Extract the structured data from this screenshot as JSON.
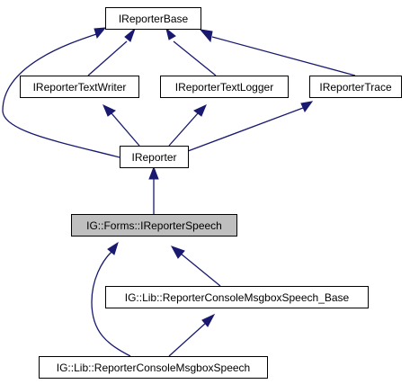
{
  "diagram": {
    "nodes": [
      {
        "id": "ireporter_base",
        "label": "IReporterBase"
      },
      {
        "id": "ireporter_text_writer",
        "label": "IReporterTextWriter"
      },
      {
        "id": "ireporter_text_logger",
        "label": "IReporterTextLogger"
      },
      {
        "id": "ireporter_trace",
        "label": "IReporterTrace"
      },
      {
        "id": "ireporter",
        "label": "IReporter"
      },
      {
        "id": "ireporter_speech",
        "label": "IG::Forms::IReporterSpeech",
        "highlighted": true
      },
      {
        "id": "console_msgbox_speech_base",
        "label": "IG::Lib::ReporterConsoleMsgboxSpeech_Base"
      },
      {
        "id": "console_msgbox_speech",
        "label": "IG::Lib::ReporterConsoleMsgboxSpeech"
      }
    ],
    "edges": [
      {
        "from": "ireporter_text_writer",
        "to": "ireporter_base"
      },
      {
        "from": "ireporter_text_logger",
        "to": "ireporter_base"
      },
      {
        "from": "ireporter_trace",
        "to": "ireporter_base"
      },
      {
        "from": "ireporter",
        "to": "ireporter_base"
      },
      {
        "from": "ireporter",
        "to": "ireporter_text_writer"
      },
      {
        "from": "ireporter",
        "to": "ireporter_text_logger"
      },
      {
        "from": "ireporter",
        "to": "ireporter_trace"
      },
      {
        "from": "ireporter_speech",
        "to": "ireporter"
      },
      {
        "from": "console_msgbox_speech_base",
        "to": "ireporter_speech"
      },
      {
        "from": "console_msgbox_speech",
        "to": "ireporter_speech"
      },
      {
        "from": "console_msgbox_speech",
        "to": "console_msgbox_speech_base"
      }
    ],
    "colors": {
      "edge": "#191970",
      "node_border": "#000000",
      "node_fill": "#ffffff",
      "highlight_fill": "#bfbfbf"
    }
  }
}
